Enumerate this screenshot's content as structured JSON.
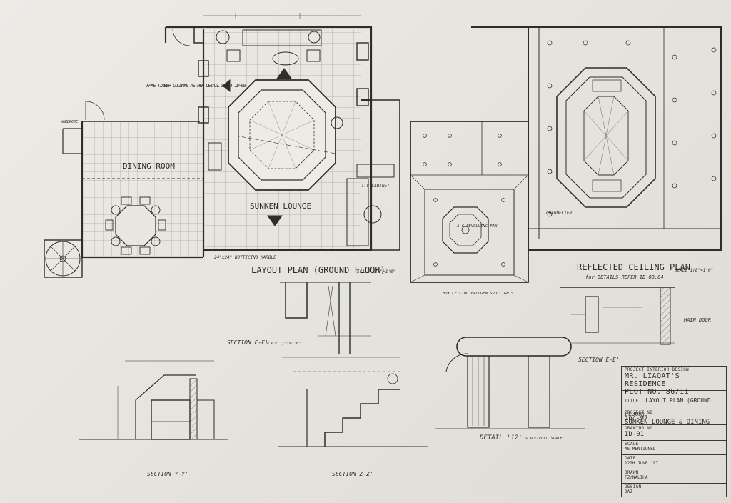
{
  "plans": {
    "layout_title": "LAYOUT PLAN (GROUND FLOOR)",
    "layout_scale": "SCALE 1/8\"=1'0\"",
    "ceiling_title": "REFLECTED CEILING PLAN",
    "ceiling_sub": "for DETAILS REFER ID-03,04",
    "ceiling_scale": "SCALE 1/8\"=1'0\""
  },
  "rooms": {
    "dining": "DINING ROOM",
    "lounge": "SUNKEN LOUNGE"
  },
  "notes": {
    "timber": "FAKE TIMBER COLUMNS AS PER DETAIL SHEET ID-03",
    "marble": "24\"x24\" BOTTICINO MARBLE",
    "tv": "T.V CABINET",
    "wardrobe": "WARDROBE",
    "chandelier": "CHANDELIER",
    "box_ceiling": "BOX CEILING HALOGEN SPOTLIGHTS",
    "revolving": "A.C REVOLVING FAN"
  },
  "sections": {
    "ff": "SECTION F-F'",
    "yy": "SECTION Y-Y'",
    "zz": "SECTION Z-Z'",
    "ee": "SECTION E-E'",
    "detail": "DETAIL '12'",
    "detail_scale": "SCALE-FULL SCALE",
    "ff_scale": "SCALE 1/2\"=1'0\"",
    "main_door": "MAIN DOOR"
  },
  "title_block": {
    "project_label": "PROJECT INTERIOR DESIGN",
    "client": "MR. LIAQAT'S RESIDENCE",
    "plot": "PLOT NO. 86/11",
    "title_label": "TITLE",
    "title": "LAYOUT PLAN (GROUND FLOOR)",
    "subtitle": "SUNKEN LOUNGE & DINING",
    "project_no_label": "PROJECT NO",
    "project_no": "164-97",
    "drawing_no_label": "DRAWING NO",
    "drawing_no": "ID-01",
    "scale_label": "SCALE",
    "scale": "AS MENTIONED",
    "date_label": "DATE",
    "date": "12TH JUNE '97",
    "drawn_label": "DRAWN",
    "drawn": "FZ/NALIHA",
    "design_label": "DESIGN",
    "design": "DAZ"
  }
}
